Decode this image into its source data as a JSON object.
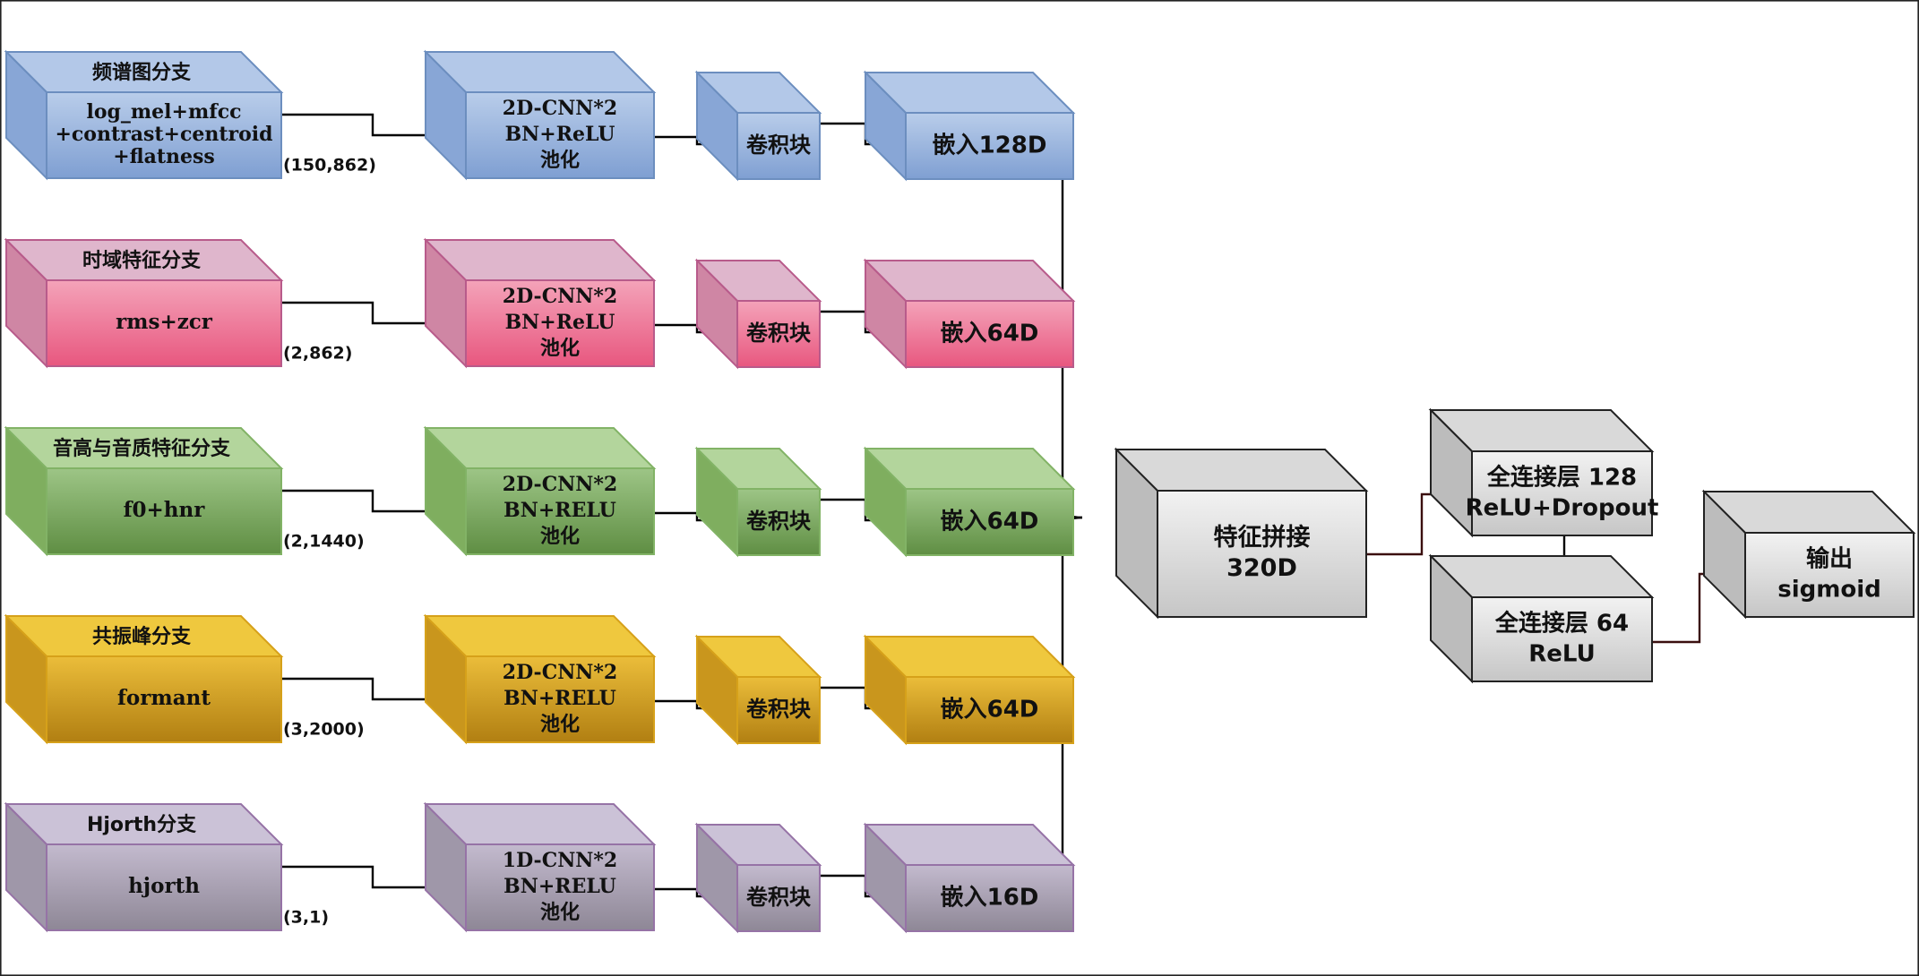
{
  "branches": [
    {
      "id": "spectrogram",
      "colors": {
        "front_top": "#b9cdea",
        "front_bottom": "#7f9fd2",
        "top": "#b3c8e8",
        "side": "#88a6d6",
        "stroke": "#6c8ebf"
      },
      "input": {
        "title": "频谱图分支",
        "lines": [
          "log_mel+mfcc",
          "+contrast+centroid",
          "+flatness"
        ],
        "shape": "(150,862)"
      },
      "cnn": [
        "2D-CNN*2",
        "BN+ReLU",
        "池化"
      ],
      "conv": "卷积块",
      "embed": "嵌入128D"
    },
    {
      "id": "time-domain",
      "colors": {
        "front_top": "#f4a3b9",
        "front_bottom": "#e8577f",
        "top": "#dfb6cc",
        "side": "#cf86a4",
        "stroke": "#b85b8b"
      },
      "input": {
        "title": "时域特征分支",
        "lines": [
          "rms+zcr"
        ],
        "shape": "(2,862)"
      },
      "cnn": [
        "2D-CNN*2",
        "BN+ReLU",
        "池化"
      ],
      "conv": "卷积块",
      "embed": "嵌入64D"
    },
    {
      "id": "pitch-quality",
      "colors": {
        "front_top": "#9dc586",
        "front_bottom": "#5f8e43",
        "top": "#b3d59c",
        "side": "#7fae5f",
        "stroke": "#82b366"
      },
      "input": {
        "title": "音高与音质特征分支",
        "lines": [
          "f0+hnr"
        ],
        "shape": "(2,1440)"
      },
      "cnn": [
        "2D-CNN*2",
        "BN+RELU",
        "池化"
      ],
      "conv": "卷积块",
      "embed": "嵌入64D"
    },
    {
      "id": "formant",
      "colors": {
        "front_top": "#ebbd3a",
        "front_bottom": "#b17f12",
        "top": "#efc83e",
        "side": "#c9961d",
        "stroke": "#d6a11a"
      },
      "input": {
        "title": "共振峰分支",
        "lines": [
          "formant"
        ],
        "shape": "(3,2000)"
      },
      "cnn": [
        "2D-CNN*2",
        "BN+RELU",
        "池化"
      ],
      "conv": "卷积块",
      "embed": "嵌入64D"
    },
    {
      "id": "hjorth",
      "colors": {
        "front_top": "#c3bace",
        "front_bottom": "#8e8796",
        "top": "#cbc2d7",
        "side": "#9f97a9",
        "stroke": "#9673a6"
      },
      "input": {
        "title": "Hjorth分支",
        "lines": [
          "hjorth"
        ],
        "shape": "(3,1)"
      },
      "cnn": [
        "1D-CNN*2",
        "BN+RELU",
        "池化"
      ],
      "conv": "卷积块",
      "embed": "嵌入16D"
    }
  ],
  "fusion": {
    "colors": {
      "front_top": "#f2f2f2",
      "front_bottom": "#c6c6c6",
      "top": "#d9d9d9",
      "side": "#bcbcbc",
      "stroke": "#222222"
    },
    "concat": [
      "特征拼接",
      "320D"
    ],
    "fc1": [
      "全连接层 128",
      "ReLU+Dropout"
    ],
    "fc2": [
      "全连接层 64",
      "ReLU"
    ],
    "output": [
      "输出",
      "sigmoid"
    ]
  }
}
